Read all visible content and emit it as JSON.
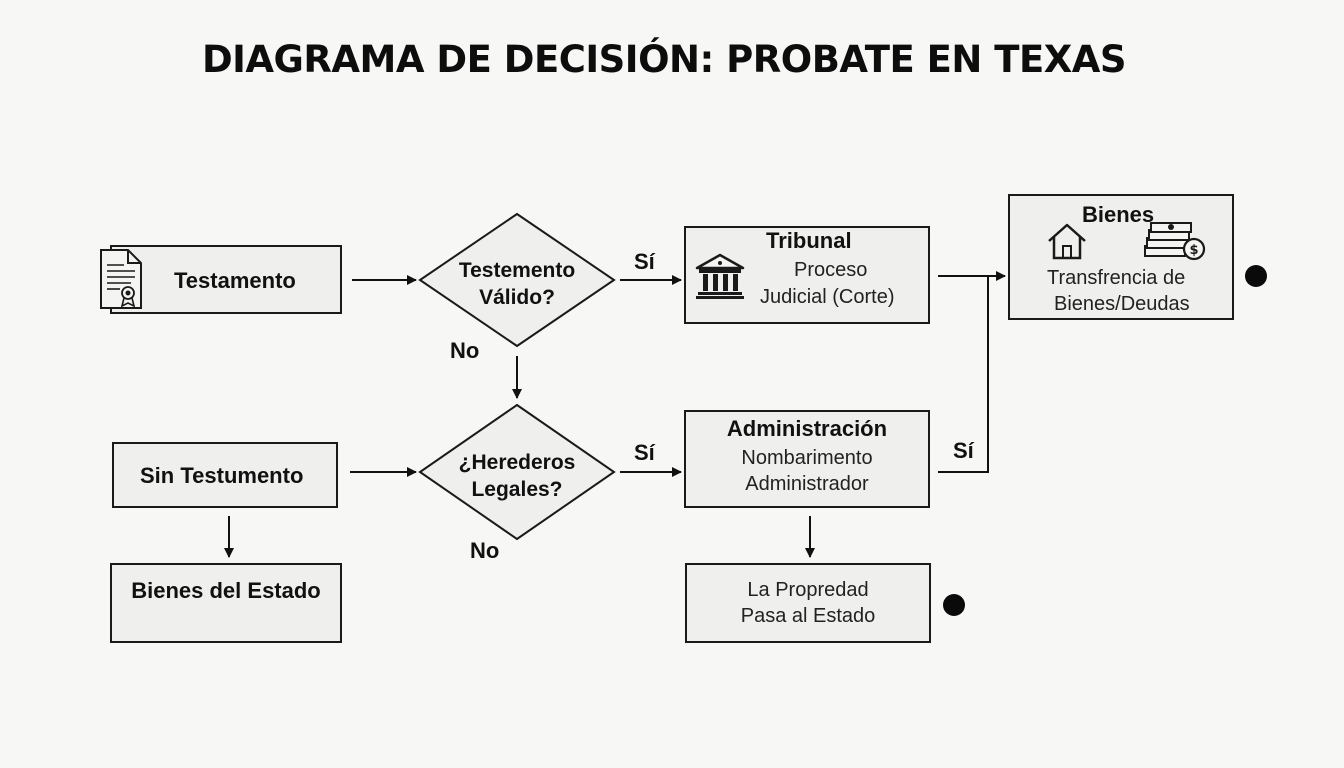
{
  "title": "DIAGRAMA DE DECISIÓN: PROBATE EN TEXAS",
  "nodes": {
    "testamento": "Testamento",
    "decision_valido": {
      "line1": "Testemento",
      "line2": "Válido?"
    },
    "tribunal": {
      "title": "Tribunal",
      "line1": "Proceso",
      "line2": "Judicial (Corte)"
    },
    "bienes": {
      "title": "Bienes",
      "line1": "Transfrencia de",
      "line2": "Bienes/Deudas"
    },
    "sin_testamento": "Sin Testumento",
    "decision_herederos": {
      "line1": "¿Herederos",
      "line2": "Legales?"
    },
    "administracion": {
      "title": "Administración",
      "line1": "Nombarimento",
      "line2": "Administrador"
    },
    "bienes_estado": "Bienes del Estado",
    "propiedad_estado": {
      "line1": "La Propredad",
      "line2": "Pasa al Estado"
    }
  },
  "edge_labels": {
    "si_tribunal": "Sí",
    "no_valido": "No",
    "si_administracion": "Sí",
    "no_herederos": "No",
    "si_bienes": "Sí"
  },
  "icons": [
    "document-icon",
    "courthouse-icon",
    "house-icon",
    "money-icon"
  ],
  "colors": {
    "box_fill": "#efefed",
    "stroke": "#1a1a1a",
    "background": "#f7f7f5"
  }
}
